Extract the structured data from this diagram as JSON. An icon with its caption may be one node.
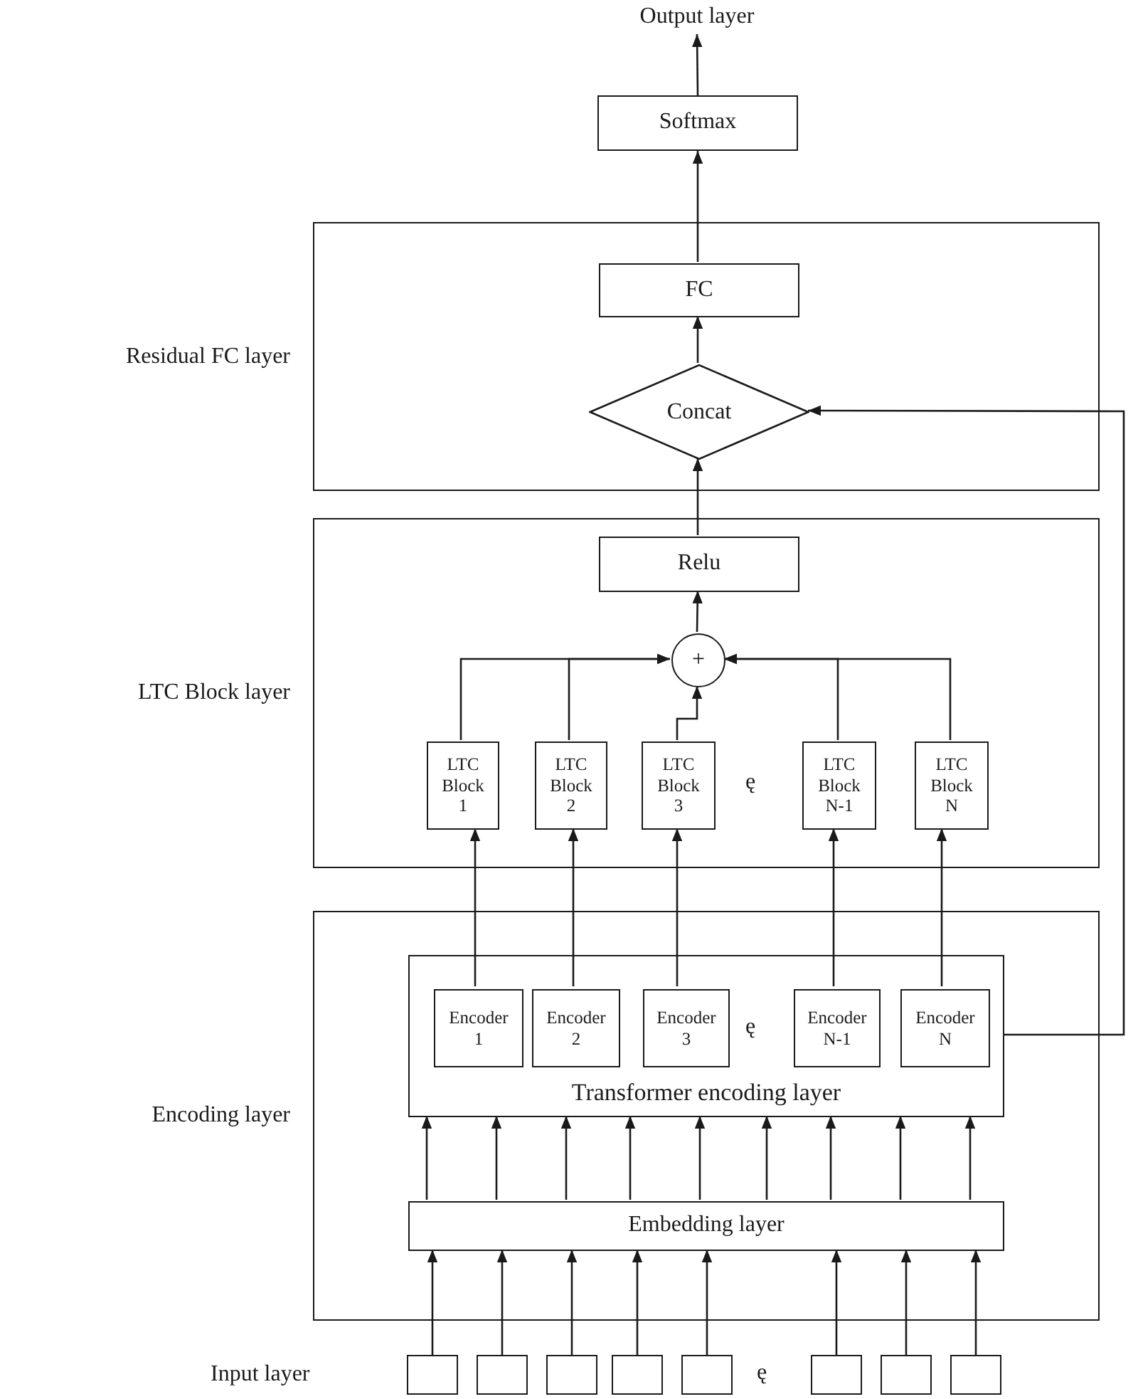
{
  "diagram": {
    "nodes": [
      {
        "text": [
          "Output layer"
        ]
      },
      {
        "text": [
          "Softmax"
        ]
      },
      {
        "text": [
          "Residual FC layer"
        ]
      },
      {
        "text": [
          "FC"
        ],
        "in": 2
      },
      {
        "text": [
          "Concat"
        ],
        "in": 2
      },
      {
        "text": [
          "LTC Block layer"
        ]
      },
      {
        "text": [
          "Relu"
        ],
        "in": 5
      },
      {
        "text": [
          "+"
        ],
        "in": 5
      },
      {
        "text": [
          "LTC Block 1"
        ],
        "in": 5
      },
      {
        "text": [
          "LTC Block 2"
        ],
        "in": 5
      },
      {
        "text": [
          "LTC Block 3"
        ],
        "in": 5
      },
      {
        "text": [
          "LTC Block N-1"
        ],
        "in": 5
      },
      {
        "text": [
          "LTC Block N"
        ],
        "in": 5
      },
      {
        "text": [
          "Encoding layer"
        ]
      },
      {
        "text": [
          "Transformer encoding layer"
        ],
        "in": 13
      },
      {
        "text": [
          "Encoder 1"
        ],
        "in": 14
      },
      {
        "text": [
          "Encoder 2"
        ],
        "in": 14
      },
      {
        "text": [
          "Encoder 3"
        ],
        "in": 14
      },
      {
        "text": [
          "Encoder N-1"
        ],
        "in": 14
      },
      {
        "text": [
          "Encoder N"
        ],
        "in": 14
      },
      {
        "text": [
          "Embedding layer"
        ],
        "in": 13
      },
      {
        "text": [],
        "shape": "box"
      },
      {
        "text": [],
        "shape": "box"
      },
      {
        "text": [],
        "shape": "box"
      },
      {
        "text": [],
        "shape": "box"
      },
      {
        "text": [],
        "shape": "box"
      },
      {
        "text": [],
        "shape": "box"
      },
      {
        "text": [],
        "shape": "box"
      },
      {
        "text": [],
        "shape": "box"
      }
    ],
    "edges": [
      {
        "from": 1,
        "to": 0,
        "arrow": "to"
      },
      {
        "from": 3,
        "to": 1,
        "arrow": "to"
      },
      {
        "from": 4,
        "to": 3,
        "arrow": "to"
      },
      {
        "from": 6,
        "to": 4,
        "arrow": "to"
      },
      {
        "from": 7,
        "to": 6,
        "arrow": "to"
      },
      {
        "from": 8,
        "to": 7,
        "arrow": "to"
      },
      {
        "from": 9,
        "to": 7,
        "arrow": "to"
      },
      {
        "from": 10,
        "to": 7,
        "arrow": "to"
      },
      {
        "from": 11,
        "to": 7,
        "arrow": "to"
      },
      {
        "from": 12,
        "to": 7,
        "arrow": "to"
      },
      {
        "from": 15,
        "to": 8,
        "arrow": "to"
      },
      {
        "from": 16,
        "to": 9,
        "arrow": "to"
      },
      {
        "from": 17,
        "to": 10,
        "arrow": "to"
      },
      {
        "from": 18,
        "to": 11,
        "arrow": "to"
      },
      {
        "from": 19,
        "to": 12,
        "arrow": "to"
      },
      {
        "from": 14,
        "to": 4,
        "arrow": "to"
      },
      {
        "from": 20,
        "to": 14,
        "arrow": "to"
      },
      {
        "from": 20,
        "to": 14,
        "arrow": "to"
      },
      {
        "from": 20,
        "to": 14,
        "arrow": "to"
      },
      {
        "from": 20,
        "to": 14,
        "arrow": "to"
      },
      {
        "from": 20,
        "to": 14,
        "arrow": "to"
      },
      {
        "from": 20,
        "to": 14,
        "arrow": "to"
      },
      {
        "from": 20,
        "to": 14,
        "arrow": "to"
      },
      {
        "from": 20,
        "to": 14,
        "arrow": "to"
      },
      {
        "from": 20,
        "to": 14,
        "arrow": "to"
      },
      {
        "from": 21,
        "to": 20,
        "arrow": "to"
      },
      {
        "from": 22,
        "to": 20,
        "arrow": "to"
      },
      {
        "from": 23,
        "to": 20,
        "arrow": "to"
      },
      {
        "from": 24,
        "to": 20,
        "arrow": "to"
      },
      {
        "from": 25,
        "to": 20,
        "arrow": "to"
      },
      {
        "from": 26,
        "to": 20,
        "arrow": "to"
      },
      {
        "from": 27,
        "to": 20,
        "arrow": "to"
      },
      {
        "from": 28,
        "to": 20,
        "arrow": "to"
      }
    ],
    "labels": [
      "ę",
      "ę",
      "Input layer",
      "ę"
    ]
  }
}
